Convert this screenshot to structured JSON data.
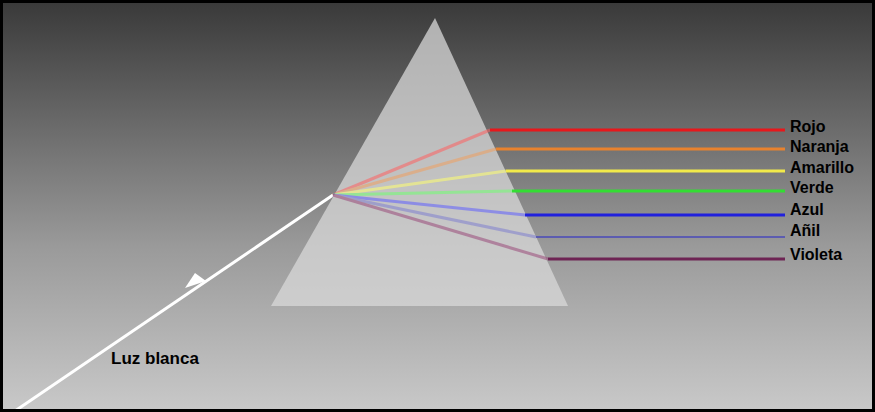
{
  "diagram": {
    "labels": [
      "Rojo",
      "Naranja",
      "Amarillo",
      "Verde",
      "Azul",
      "Añil",
      "Violeta",
      "Luz blanca"
    ]
  }
}
